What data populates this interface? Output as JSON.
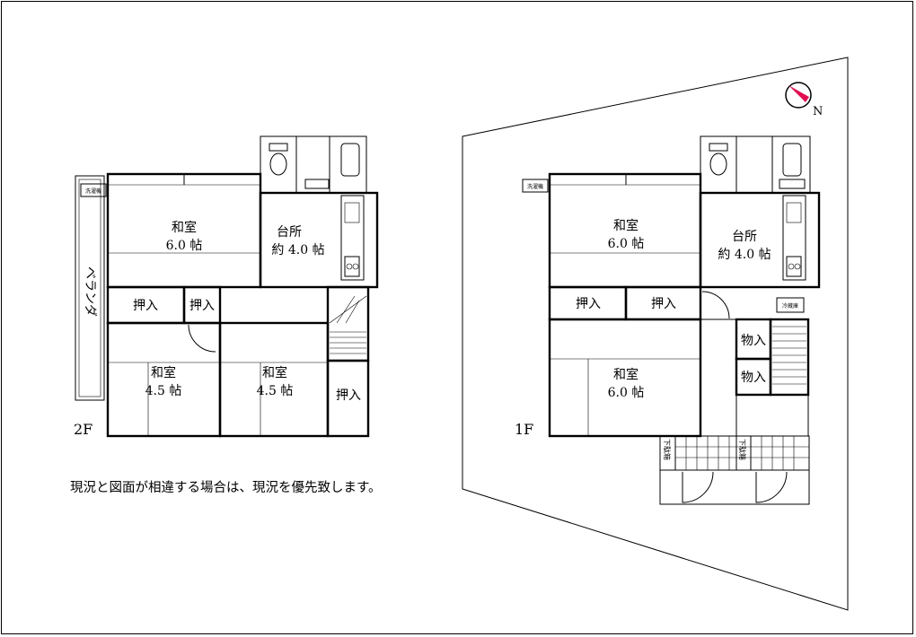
{
  "compass": {
    "label": "N",
    "marker_color": "#e01050"
  },
  "floor2": {
    "floor_label": "2F",
    "balcony": "ベランダ",
    "washer": "洗濯機",
    "rooms": {
      "washitsu_a_name": "和室",
      "washitsu_a_size": "6.0 帖",
      "kitchen_name": "台所",
      "kitchen_size": "約 4.0 帖",
      "washitsu_b_name": "和室",
      "washitsu_b_size": "4.5 帖",
      "washitsu_c_name": "和室",
      "washitsu_c_size": "4.5 帖",
      "oshiire_1": "押入",
      "oshiire_2": "押入",
      "oshiire_3": "押入"
    }
  },
  "floor1": {
    "floor_label": "1F",
    "washer": "洗濯機",
    "fridge": "冷蔵庫",
    "rooms": {
      "washitsu_a_name": "和室",
      "washitsu_a_size": "6.0 帖",
      "kitchen_name": "台所",
      "kitchen_size": "約 4.0 帖",
      "washitsu_b_name": "和室",
      "washitsu_b_size": "6.0 帖",
      "oshiire_1": "押入",
      "oshiire_2": "押入",
      "monoire_1": "物入",
      "monoire_2": "物入",
      "getabako_1": "下駄箱",
      "getabako_2": "下駄箱"
    }
  },
  "note": "現況と図面が相違する場合は、現況を優先致します。"
}
